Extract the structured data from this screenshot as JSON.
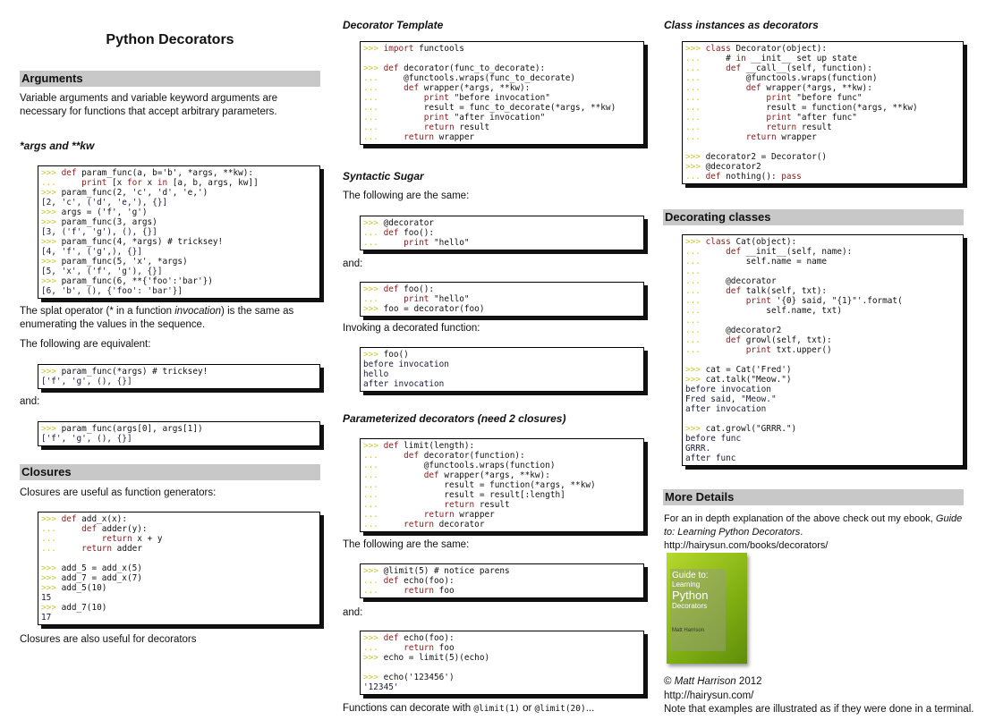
{
  "title": "Python Decorators",
  "col1": {
    "arguments_header": "Arguments",
    "arguments_text": "Variable arguments and variable keyword arguments are necessary for functions that accept arbitrary parameters.",
    "args_kw_title": "*args and **kw",
    "code_params": [
      ">>> def param_func(a, b='b', *args, **kw):",
      "...     print [x for x in [a, b, args, kw]]",
      ">>> param_func(2, 'c', 'd', 'e,')",
      "[2, 'c', ('d', 'e,'), {}]",
      ">>> args = ('f', 'g')",
      ">>> param_func(3, args)",
      "[3, ('f', 'g'), (), {}]",
      ">>> param_func(4, *args) # tricksey!",
      "[4, 'f', ('g',), {}]",
      ">>> param_func(5, 'x', *args)",
      "[5, 'x', ('f', 'g'), {}]",
      ">>> param_func(6, **{'foo':'bar'})",
      "[6, 'b', (), {'foo': 'bar'}]"
    ],
    "splat_text_1": "The splat operator (* in a function ",
    "splat_text_em": "invocation",
    "splat_text_2": ") is the same as enumerating the values in the sequence.",
    "equivalent_text": "The following are equivalent:",
    "code_equiv1": [
      ">>> param_func(*args) # tricksey!",
      "['f', 'g', (), {}]"
    ],
    "and_1": "and:",
    "code_equiv2": [
      ">>> param_func(args[0], args[1])",
      "['f', 'g', (), {}]"
    ],
    "closures_header": "Closures",
    "closures_text": "Closures are useful as function generators:",
    "code_closures": [
      ">>> def add_x(x):",
      "...     def adder(y):",
      "...         return x + y",
      "...     return adder",
      "",
      ">>> add_5 = add_x(5)",
      ">>> add_7 = add_x(7)",
      ">>> add_5(10)",
      "15",
      ">>> add_7(10)",
      "17"
    ],
    "closures_text2": "Closures are also useful for decorators"
  },
  "col2": {
    "template_title": "Decorator Template",
    "code_template": [
      ">>> import functools",
      "",
      ">>> def decorator(func_to_decorate):",
      "...     @functools.wraps(func_to_decorate)",
      "...     def wrapper(*args, **kw):",
      "...         print \"before invocation\"",
      "...         result = func_to_decorate(*args, **kw)",
      "...         print \"after invocation\"",
      "...         return result",
      "...     return wrapper"
    ],
    "sugar_title": "Syntactic Sugar",
    "same_text": "The following are the same:",
    "code_sugar1": [
      ">>> @decorator",
      "... def foo():",
      "...     print \"hello\""
    ],
    "and_1": "and:",
    "code_sugar2": [
      ">>> def foo():",
      "...     print \"hello\"",
      ">>> foo = decorator(foo)"
    ],
    "invoking_text": "Invoking a decorated function:",
    "code_invoke": [
      ">>> foo()",
      "before invocation",
      "hello",
      "after invocation"
    ],
    "param_title": "Parameterized decorators (need 2 closures)",
    "code_param": [
      ">>> def limit(length):",
      "...     def decorator(function):",
      "...         @functools.wraps(function)",
      "...         def wrapper(*args, **kw):",
      "...             result = function(*args, **kw)",
      "...             result = result[:length]",
      "...             return result",
      "...         return wrapper",
      "...     return decorator"
    ],
    "same_text2": "The following are the same:",
    "code_limit1": [
      ">>> @limit(5) # notice parens",
      "... def echo(foo):",
      "...     return foo"
    ],
    "and_2": "and:",
    "code_limit2": [
      ">>> def echo(foo):",
      "...     return foo",
      ">>> echo = limit(5)(echo)",
      "",
      ">>> echo('123456')",
      "'12345'"
    ],
    "footer_text": "Functions can decorate with ",
    "footer_code1": "@limit(1)",
    "footer_or": " or ",
    "footer_code2": "@limit(20)",
    "footer_end": "..."
  },
  "col3": {
    "instances_title": "Class instances as decorators",
    "code_instances": [
      ">>> class Decorator(object):",
      "...     # in __init__ set up state",
      "...     def __call__(self, function):",
      "...         @functools.wraps(function)",
      "...         def wrapper(*args, **kw):",
      "...             print \"before func\"",
      "...             result = function(*args, **kw)",
      "...             print \"after func\"",
      "...             return result",
      "...         return wrapper",
      "",
      ">>> decorator2 = Decorator()",
      ">>> @decorator2",
      "... def nothing(): pass"
    ],
    "classes_header": "Decorating classes",
    "code_classes": [
      ">>> class Cat(object):",
      "...     def __init__(self, name):",
      "...         self.name = name",
      "...",
      "...     @decorator",
      "...     def talk(self, txt):",
      "...         print '{0} said, \"{1}\"'.format(",
      "...             self.name, txt)",
      "...",
      "...     @decorator2",
      "...     def growl(self, txt):",
      "...         print txt.upper()",
      "",
      ">>> cat = Cat('Fred')",
      ">>> cat.talk(\"Meow.\")",
      "before invocation",
      "Fred said, \"Meow.\"",
      "after invocation",
      "",
      ">>> cat.growl(\"GRRR.\")",
      "before func",
      "GRRR.",
      "after func"
    ],
    "more_header": "More Details",
    "more_text_1": "For an in depth explanation of the above check out my ebook, ",
    "more_text_em": "Guide to: Learning Python Decorators",
    "more_text_2": ". http://hairysun.com/books/decorators/",
    "book": {
      "line1": "Guide to:",
      "line2": "Learning",
      "line3": "Python",
      "line4": "Decorators",
      "author": "Matt Harrison"
    },
    "copyright_symbol": "©",
    "copyright_name": "Matt Harrison",
    "copyright_year": "2012",
    "url": "http://hairysun.com/",
    "note": "Note that examples are illustrated as if they were done in a terminal."
  }
}
